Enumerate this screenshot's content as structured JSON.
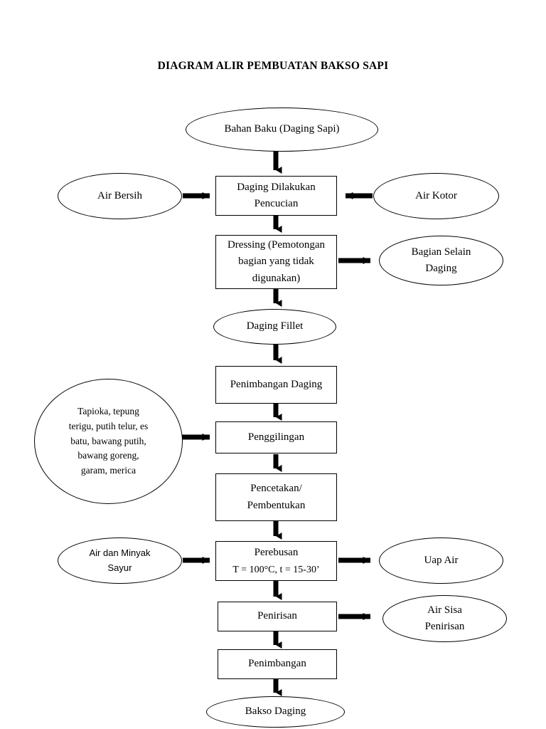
{
  "title": "DIAGRAM ALIR PEMBUATAN BAKSO SAPI",
  "diagram": {
    "type": "flowchart",
    "orientation": "top-to-bottom",
    "colors": {
      "stroke": "#000000",
      "fill": "#ffffff",
      "text": "#000000"
    },
    "nodes": [
      {
        "id": "bahan-baku",
        "shape": "ellipse",
        "label": "Bahan Baku (Daging Sapi)"
      },
      {
        "id": "air-bersih",
        "shape": "ellipse",
        "label": "Air Bersih"
      },
      {
        "id": "pencucian",
        "shape": "rect",
        "label": "Daging Dilakukan\nPencucian"
      },
      {
        "id": "air-kotor",
        "shape": "ellipse",
        "label": "Air Kotor"
      },
      {
        "id": "dressing",
        "shape": "rect",
        "label": "Dressing (Pemotongan\nbagian yang tidak\ndigunakan)"
      },
      {
        "id": "bagian-selain",
        "shape": "ellipse",
        "label": "Bagian Selain\nDaging"
      },
      {
        "id": "daging-fillet",
        "shape": "ellipse",
        "label": "Daging Fillet"
      },
      {
        "id": "penimbangan-daging",
        "shape": "rect",
        "label": "Penimbangan Daging"
      },
      {
        "id": "bumbu",
        "shape": "ellipse",
        "label": "Tapioka, tepung\nterigu, putih telur, es\nbatu, bawang putih,\nbawang goreng,\ngaram, merica"
      },
      {
        "id": "penggilingan",
        "shape": "rect",
        "label": "Penggilingan"
      },
      {
        "id": "pencetakan",
        "shape": "rect",
        "label": "Pencetakan/\nPembentukan"
      },
      {
        "id": "air-minyak",
        "shape": "ellipse",
        "label": "Air dan Minyak\nSayur"
      },
      {
        "id": "perebusan",
        "shape": "rect",
        "label": "Perebusan"
      },
      {
        "id": "perebusan-param",
        "shape": "text",
        "label": "T = 100°C, t = 15-30’"
      },
      {
        "id": "uap-air",
        "shape": "ellipse",
        "label": "Uap Air"
      },
      {
        "id": "penirisan",
        "shape": "rect",
        "label": "Penirisan"
      },
      {
        "id": "air-sisa",
        "shape": "ellipse",
        "label": "Air Sisa\nPenirisan"
      },
      {
        "id": "penimbangan",
        "shape": "rect",
        "label": "Penimbangan"
      },
      {
        "id": "bakso-daging",
        "shape": "ellipse",
        "label": "Bakso Daging"
      }
    ],
    "edges": [
      {
        "from": "bahan-baku",
        "to": "pencucian",
        "direction": "down"
      },
      {
        "from": "air-bersih",
        "to": "pencucian",
        "direction": "right"
      },
      {
        "from": "air-kotor",
        "to": "pencucian",
        "direction": "left"
      },
      {
        "from": "pencucian",
        "to": "dressing",
        "direction": "down"
      },
      {
        "from": "dressing",
        "to": "bagian-selain",
        "direction": "right"
      },
      {
        "from": "dressing",
        "to": "daging-fillet",
        "direction": "down"
      },
      {
        "from": "daging-fillet",
        "to": "penimbangan-daging",
        "direction": "down"
      },
      {
        "from": "penimbangan-daging",
        "to": "penggilingan",
        "direction": "down"
      },
      {
        "from": "bumbu",
        "to": "penggilingan",
        "direction": "right"
      },
      {
        "from": "penggilingan",
        "to": "pencetakan",
        "direction": "down"
      },
      {
        "from": "pencetakan",
        "to": "perebusan",
        "direction": "down"
      },
      {
        "from": "air-minyak",
        "to": "perebusan",
        "direction": "right"
      },
      {
        "from": "perebusan",
        "to": "uap-air",
        "direction": "right"
      },
      {
        "from": "perebusan",
        "to": "penirisan",
        "direction": "down"
      },
      {
        "from": "penirisan",
        "to": "air-sisa",
        "direction": "right"
      },
      {
        "from": "penirisan",
        "to": "penimbangan",
        "direction": "down"
      },
      {
        "from": "penimbangan",
        "to": "bakso-daging",
        "direction": "down"
      }
    ]
  }
}
